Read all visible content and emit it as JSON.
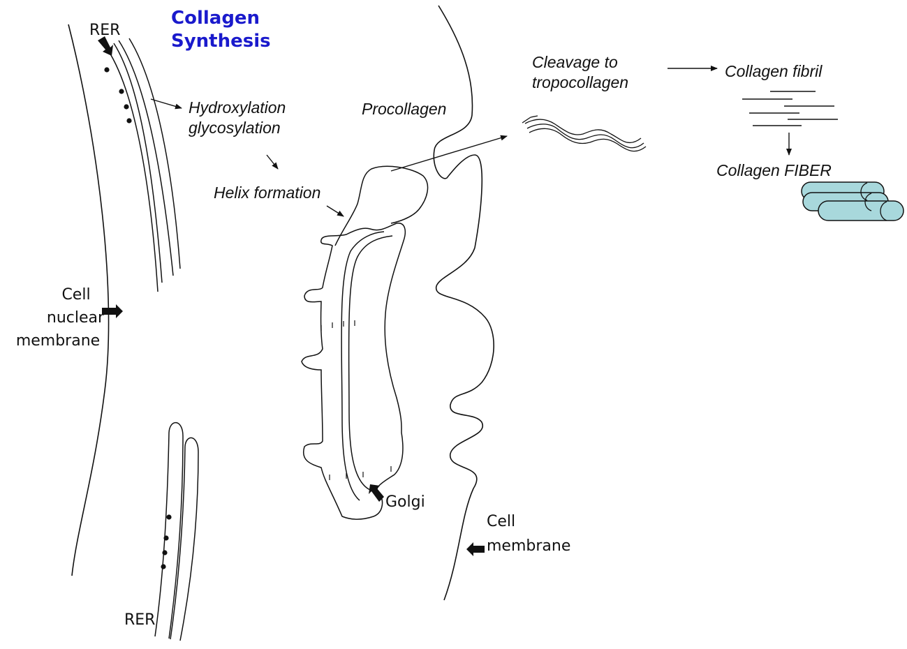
{
  "title": {
    "line1": "Collagen",
    "line2": "Synthesis",
    "color": "#1a1acc"
  },
  "labels": {
    "rer_top": "RER",
    "rer_bottom": "RER",
    "hydroxylation_1": "Hydroxylation",
    "hydroxylation_2": "glycosylation",
    "helix": "Helix formation",
    "procollagen": "Procollagen",
    "cleavage_1": "Cleavage to",
    "cleavage_2": "tropocollagen",
    "fibril": "Collagen fibril",
    "fiber": "Collagen FIBER",
    "nuclear_1": "Cell",
    "nuclear_2": "nuclear",
    "nuclear_3": "membrane",
    "golgi": "Golgi",
    "cellmem_1": "Cell",
    "cellmem_2": "membrane"
  },
  "colors": {
    "fiber_fill": "#a8d8dc",
    "stroke": "#111111"
  }
}
